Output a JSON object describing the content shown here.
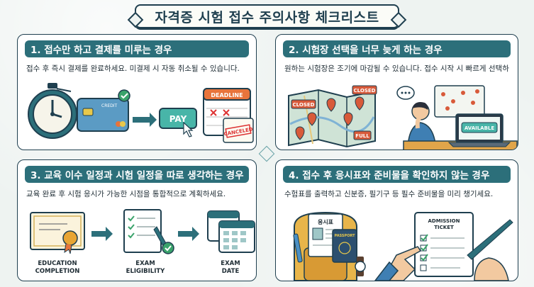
{
  "title": "자격증 시험 접수 주의사항 체크리스트",
  "colors": {
    "header_teal": "#2c6f7a",
    "outline_navy": "#1f3f4f",
    "accent_orange": "#e8743b",
    "accent_green": "#3aa36b"
  },
  "sections": [
    {
      "heading": "1. 접수만 하고 결제를 미루는 경우",
      "description": "접수 후 즉시 결제를 완료하세요. 미결제 시 자동 취소될 수 있습니다.",
      "labels": {
        "card": "CREDIT",
        "pay": "PAY",
        "deadline": "DEADLINE",
        "canceled": "CANCELED"
      }
    },
    {
      "heading": "2. 시험장 선택을 너무 늦게 하는 경우",
      "description": "원하는 시험장은 조기에 마감될 수 있습니다. 접수 시작 시 빠르게 선택하세요.",
      "labels": {
        "closed_1": "CLOSED",
        "closed_2": "CLOSED",
        "full": "FULL",
        "available": "AVAILABLE"
      }
    },
    {
      "heading": "3. 교육 이수 일정과 시험 일정을 따로 생각하는 경우",
      "description": "교육 완료 후 시험 응시가 가능한 시점을 통합적으로 계획하세요.",
      "steps": [
        {
          "line1": "EDUCATION",
          "line2": "COMPLETION"
        },
        {
          "line1": "EXAM",
          "line2": "ELIGIBILITY"
        },
        {
          "line1": "EXAM",
          "line2": "DATE"
        }
      ]
    },
    {
      "heading": "4. 접수 후 응시표와 준비물을 확인하지 않는 경우",
      "description": "수험표를 출력하고 신분증, 필기구 등 필수 준비물을 미리 챙기세요.",
      "labels": {
        "exam_ticket": "응시표",
        "passport": "PASSPORT",
        "admission_1": "ADMISSION",
        "admission_2": "TICKET"
      }
    }
  ]
}
